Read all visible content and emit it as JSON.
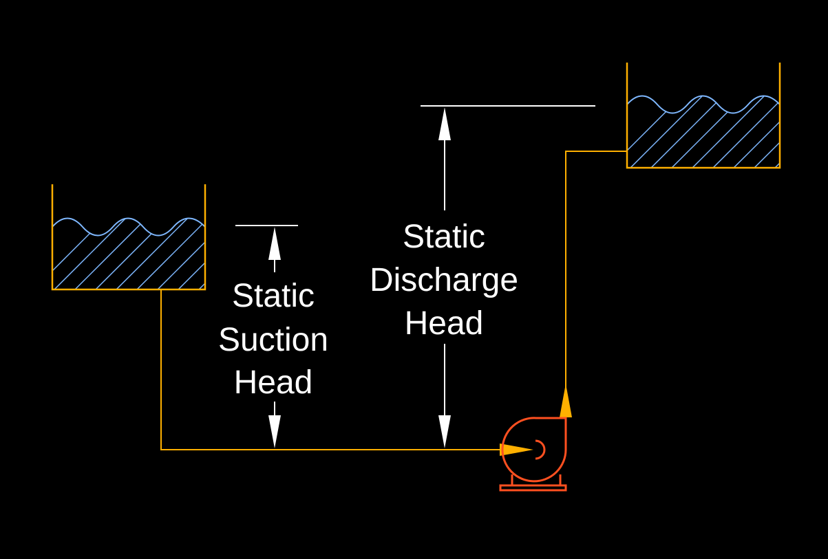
{
  "diagram": {
    "suction_label": [
      "Static",
      "Suction",
      "Head"
    ],
    "discharge_label": [
      "Static",
      "Discharge",
      "Head"
    ]
  },
  "colors": {
    "background": "#000000",
    "pipe": "#ffb000",
    "water": "#7fb8ff",
    "pump": "#ff5020",
    "dimension": "#ffffff"
  }
}
